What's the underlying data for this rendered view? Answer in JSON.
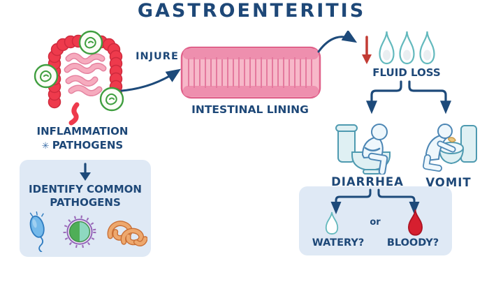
{
  "title": "GASTROENTERITIS",
  "colors": {
    "text_blue": "#1e4878",
    "arrow_blue": "#1d4a7a",
    "intestine_red": "#ee3a4c",
    "small_intestine_pink": "#f6abbe",
    "lining_pink": "#f7b8c9",
    "lining_dark_pink": "#ee8fae",
    "box_bg": "#dfe9f5",
    "droplet_teal": "#63b9bd",
    "blood_red": "#d61f2f",
    "fluid_arrow_red": "#c23b34",
    "pathogen_green": "#3f9e3f",
    "bacterium_blue": "#74b9ea",
    "virus_purple": "#9b6bb8",
    "virus_green": "#4fae57",
    "worm_orange": "#eda86e",
    "figure_fill": "#eef7fc",
    "figure_outline": "#4c86b4",
    "toilet_fill": "#dff0f3",
    "toilet_outline": "#4e9ab0"
  },
  "left_section": {
    "inflammation_label": "INFLAMMATION",
    "pathogens_star": "✳",
    "pathogens_label": "PATHOGENS",
    "identify_box": {
      "heading_line1": "IDENTIFY COMMON",
      "heading_line2": "PATHOGENS",
      "pathogen_icons": [
        "bacterium",
        "virus",
        "worms"
      ]
    }
  },
  "center_section": {
    "injure_label": "INJURE",
    "lining_label": "INTESTINAL LINING"
  },
  "right_section": {
    "fluid_loss_label": "FLUID LOSS",
    "diarrhea_label": "DIARRHEA",
    "vomit_label": "VOMIT",
    "stool_box": {
      "watery_label": "WATERY?",
      "or_label": "or",
      "bloody_label": "BLOODY?"
    }
  }
}
